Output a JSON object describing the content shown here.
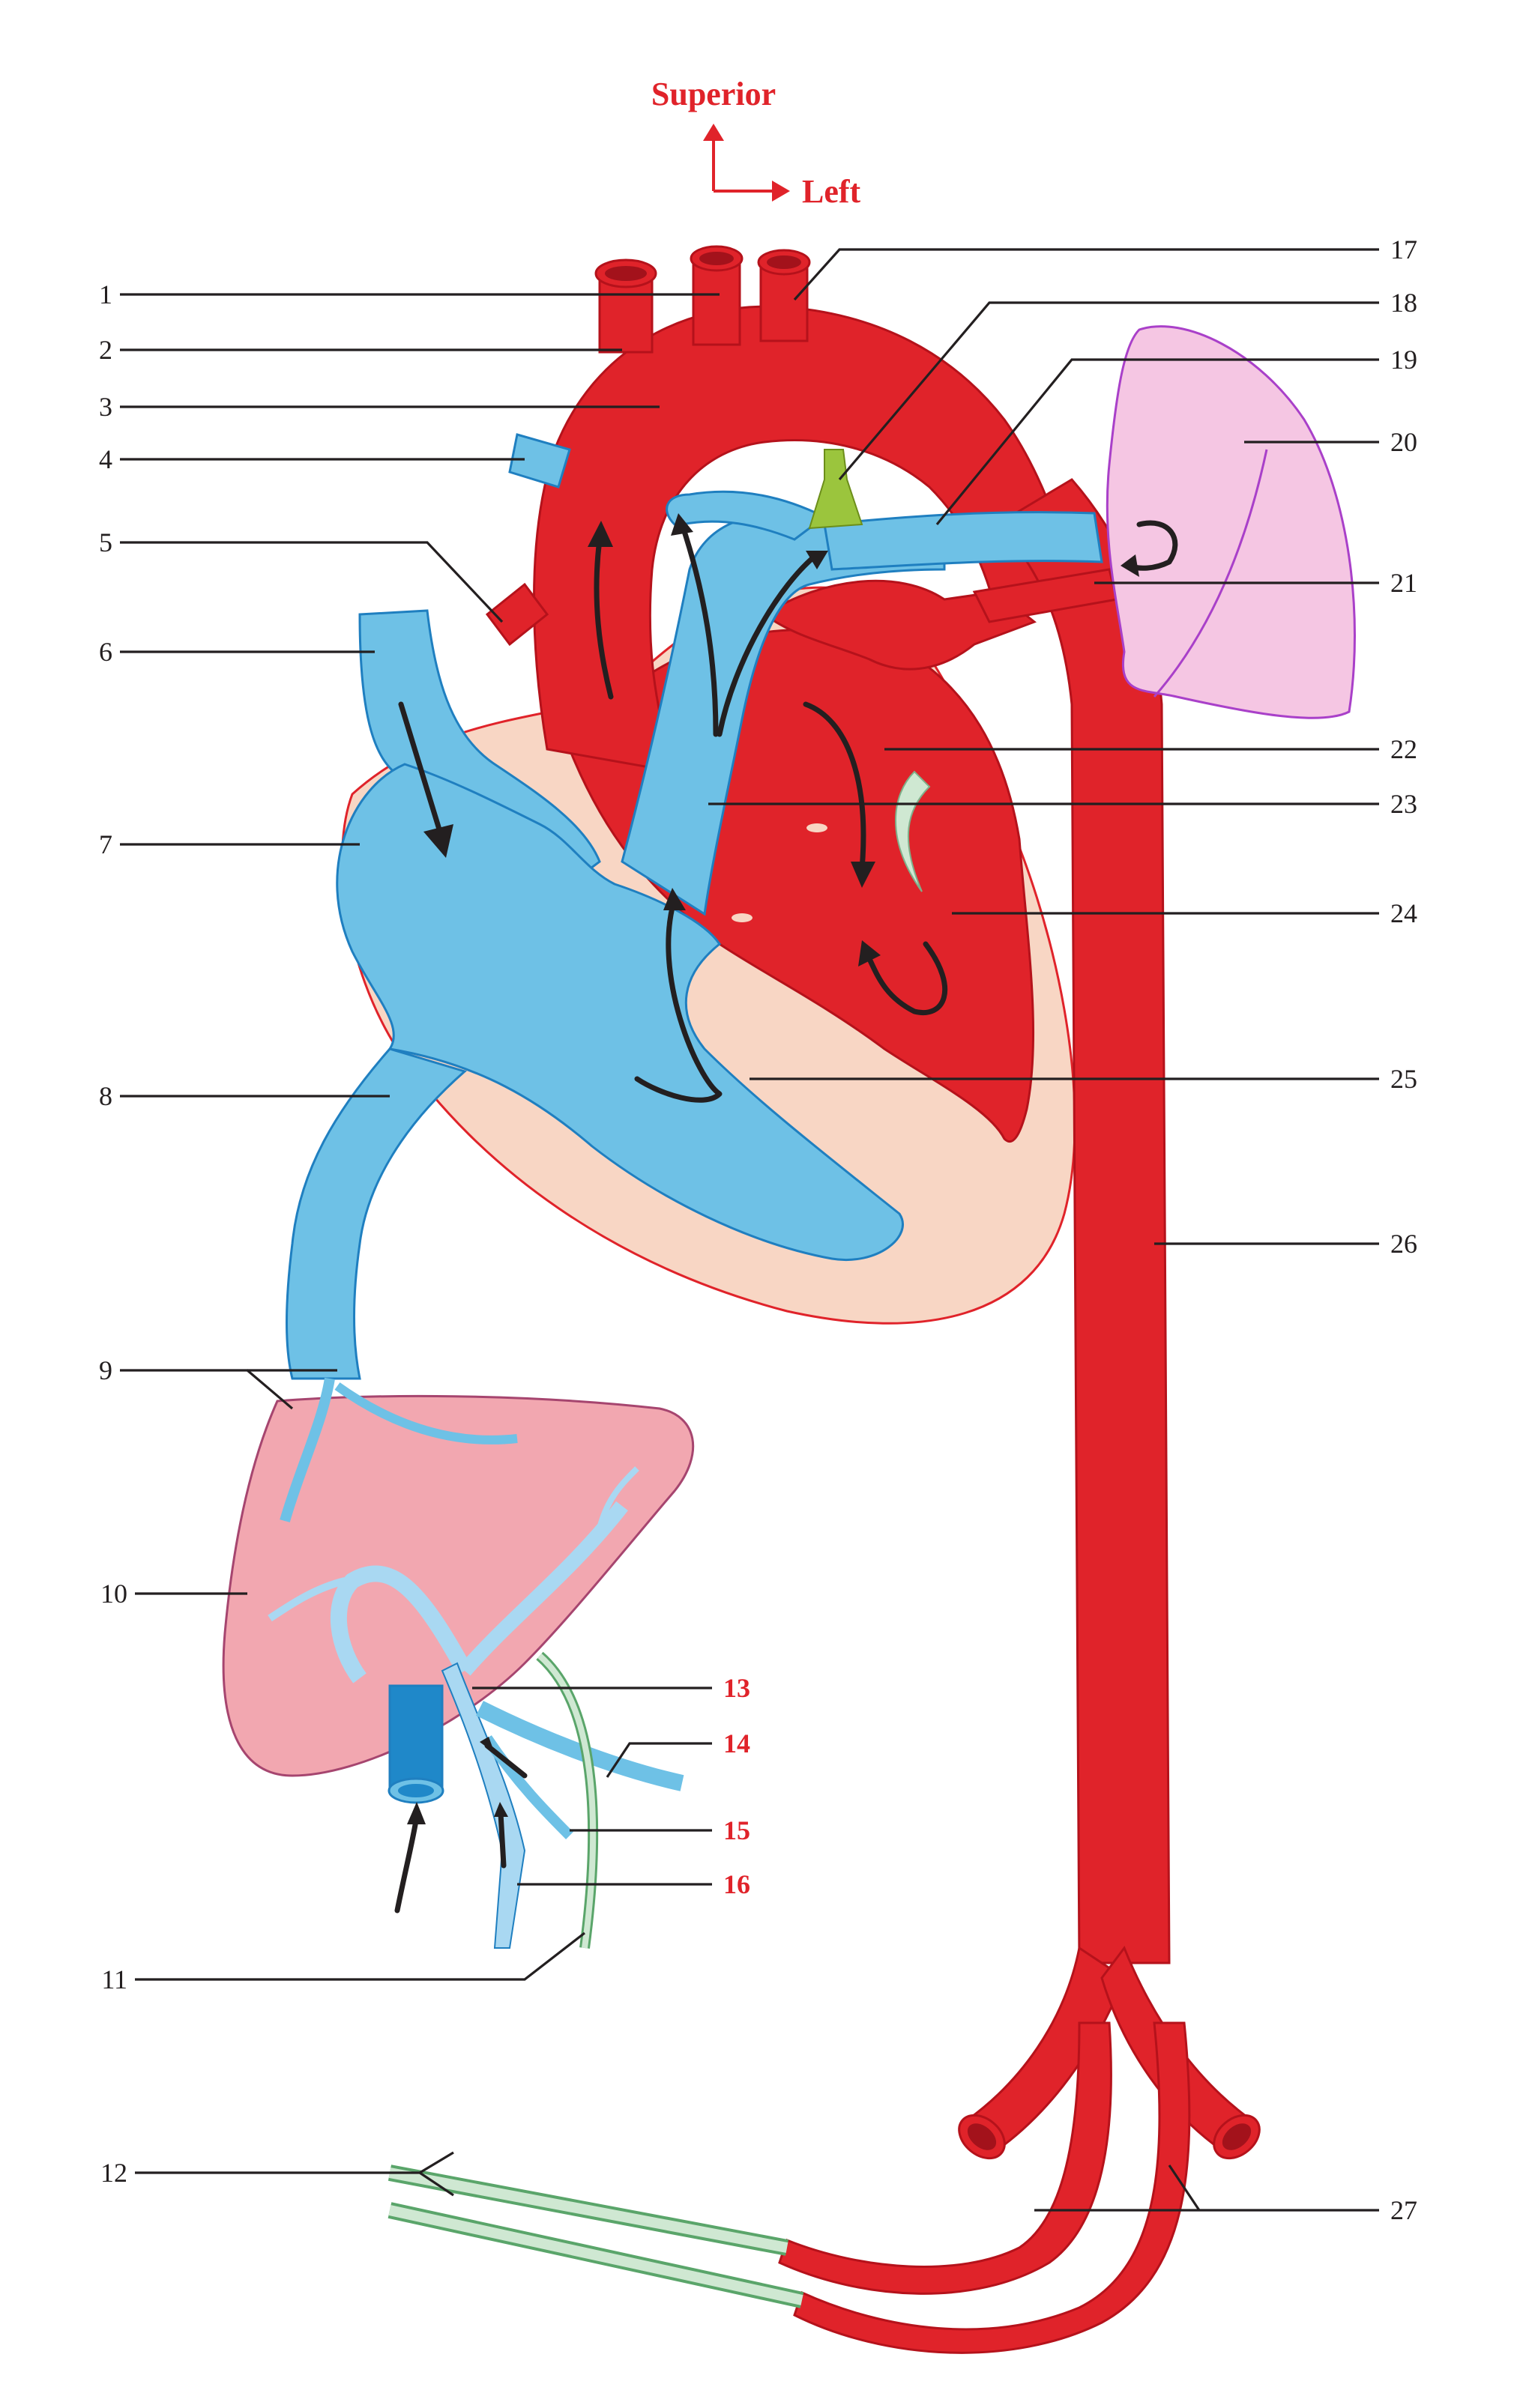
{
  "orientation": {
    "superior": "Superior",
    "left": "Left"
  },
  "labels": [
    {
      "id": "1",
      "text": "1",
      "side": "left",
      "emphasis": false
    },
    {
      "id": "2",
      "text": "2",
      "side": "left",
      "emphasis": false
    },
    {
      "id": "3",
      "text": "3",
      "side": "left",
      "emphasis": false
    },
    {
      "id": "4",
      "text": "4",
      "side": "left",
      "emphasis": false
    },
    {
      "id": "5",
      "text": "5",
      "side": "left",
      "emphasis": false
    },
    {
      "id": "6",
      "text": "6",
      "side": "left",
      "emphasis": false
    },
    {
      "id": "7",
      "text": "7",
      "side": "left",
      "emphasis": false
    },
    {
      "id": "8",
      "text": "8",
      "side": "left",
      "emphasis": false
    },
    {
      "id": "9",
      "text": "9",
      "side": "left",
      "emphasis": false
    },
    {
      "id": "10",
      "text": "10",
      "side": "left",
      "emphasis": false
    },
    {
      "id": "11",
      "text": "11",
      "side": "left",
      "emphasis": false
    },
    {
      "id": "12",
      "text": "12",
      "side": "left",
      "emphasis": false
    },
    {
      "id": "13",
      "text": "13",
      "side": "right",
      "emphasis": true
    },
    {
      "id": "14",
      "text": "14",
      "side": "right",
      "emphasis": true
    },
    {
      "id": "15",
      "text": "15",
      "side": "right",
      "emphasis": true
    },
    {
      "id": "16",
      "text": "16",
      "side": "right",
      "emphasis": true
    },
    {
      "id": "17",
      "text": "17",
      "side": "right",
      "emphasis": false
    },
    {
      "id": "18",
      "text": "18",
      "side": "right",
      "emphasis": false
    },
    {
      "id": "19",
      "text": "19",
      "side": "right",
      "emphasis": false
    },
    {
      "id": "20",
      "text": "20",
      "side": "right",
      "emphasis": false
    },
    {
      "id": "21",
      "text": "21",
      "side": "right",
      "emphasis": false
    },
    {
      "id": "22",
      "text": "22",
      "side": "right",
      "emphasis": false
    },
    {
      "id": "23",
      "text": "23",
      "side": "right",
      "emphasis": false
    },
    {
      "id": "24",
      "text": "24",
      "side": "right",
      "emphasis": false
    },
    {
      "id": "25",
      "text": "25",
      "side": "right",
      "emphasis": false
    },
    {
      "id": "26",
      "text": "26",
      "side": "right",
      "emphasis": false
    },
    {
      "id": "27",
      "text": "27",
      "side": "right",
      "emphasis": false
    }
  ],
  "colors": {
    "arterial": "#e0232a",
    "venous": "#6ec1e6",
    "mixed_light": "#a9d8f2",
    "heart_wall": "#f8d6c4",
    "liver": "#f2a7b0",
    "lung": "#f5c6e3",
    "ductus": "#9bc53d",
    "umbilical_cord": "#cfe8d2",
    "labels_emphasis": "#e0232a"
  }
}
